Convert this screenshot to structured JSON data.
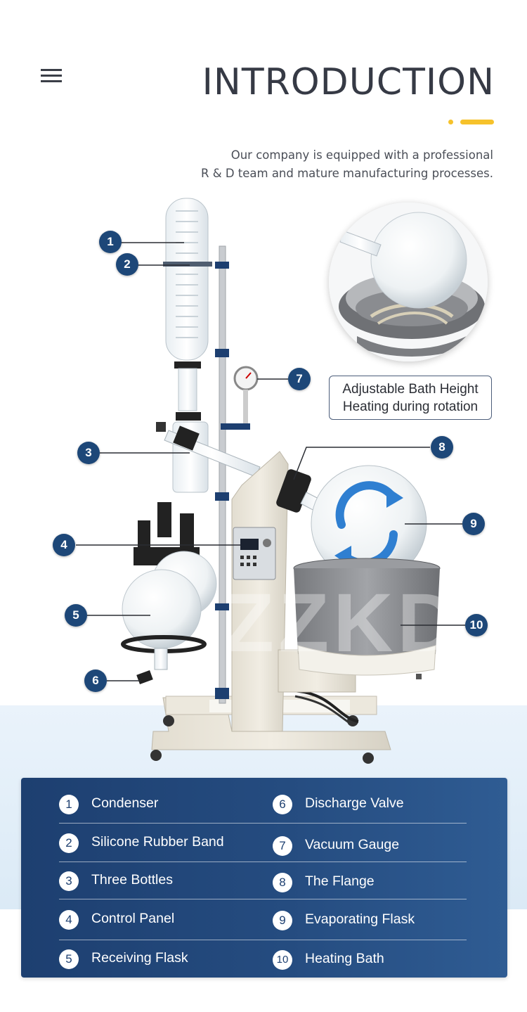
{
  "header": {
    "title": "INTRODUCTION",
    "intro_line1": "Our company is equipped with a professional",
    "intro_line2": "R & D team and mature manufacturing processes.",
    "accent_color": "#f6c22b"
  },
  "menu": {
    "icon": "hamburger-menu-icon"
  },
  "inset": {
    "caption_line1": "Adjustable Bath Height",
    "caption_line2": "Heating during rotation"
  },
  "watermark": "ZZKD",
  "callouts": [
    "1",
    "2",
    "3",
    "4",
    "5",
    "6",
    "7",
    "8",
    "9",
    "10"
  ],
  "legend": {
    "color": "#1d3f70",
    "left": [
      {
        "num": "1",
        "label": "Condenser"
      },
      {
        "num": "2",
        "label": "Silicone Rubber Band"
      },
      {
        "num": "3",
        "label": "Three Bottles"
      },
      {
        "num": "4",
        "label": "Control Panel"
      },
      {
        "num": "5",
        "label": "Receiving Flask"
      }
    ],
    "right": [
      {
        "num": "6",
        "label": "Discharge Valve"
      },
      {
        "num": "7",
        "label": "Vacuum Gauge"
      },
      {
        "num": "8",
        "label": "The Flange"
      },
      {
        "num": "9",
        "label": "Evaporating Flask"
      },
      {
        "num": "10",
        "label": "Heating Bath"
      }
    ]
  }
}
